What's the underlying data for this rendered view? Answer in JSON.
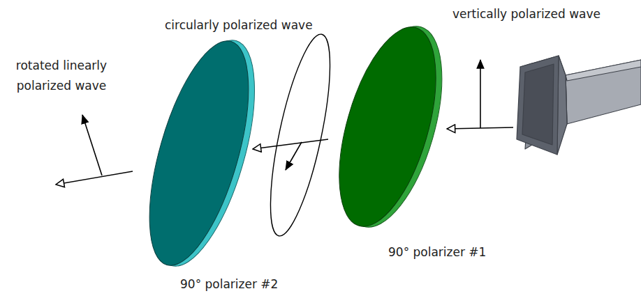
{
  "diagram": {
    "labels": [
      "vertically polarized wave",
      "circularly polarized wave",
      "rotated linearly polarized wave",
      "90° polarizer #1",
      "90° polarizer #2"
    ]
  }
}
